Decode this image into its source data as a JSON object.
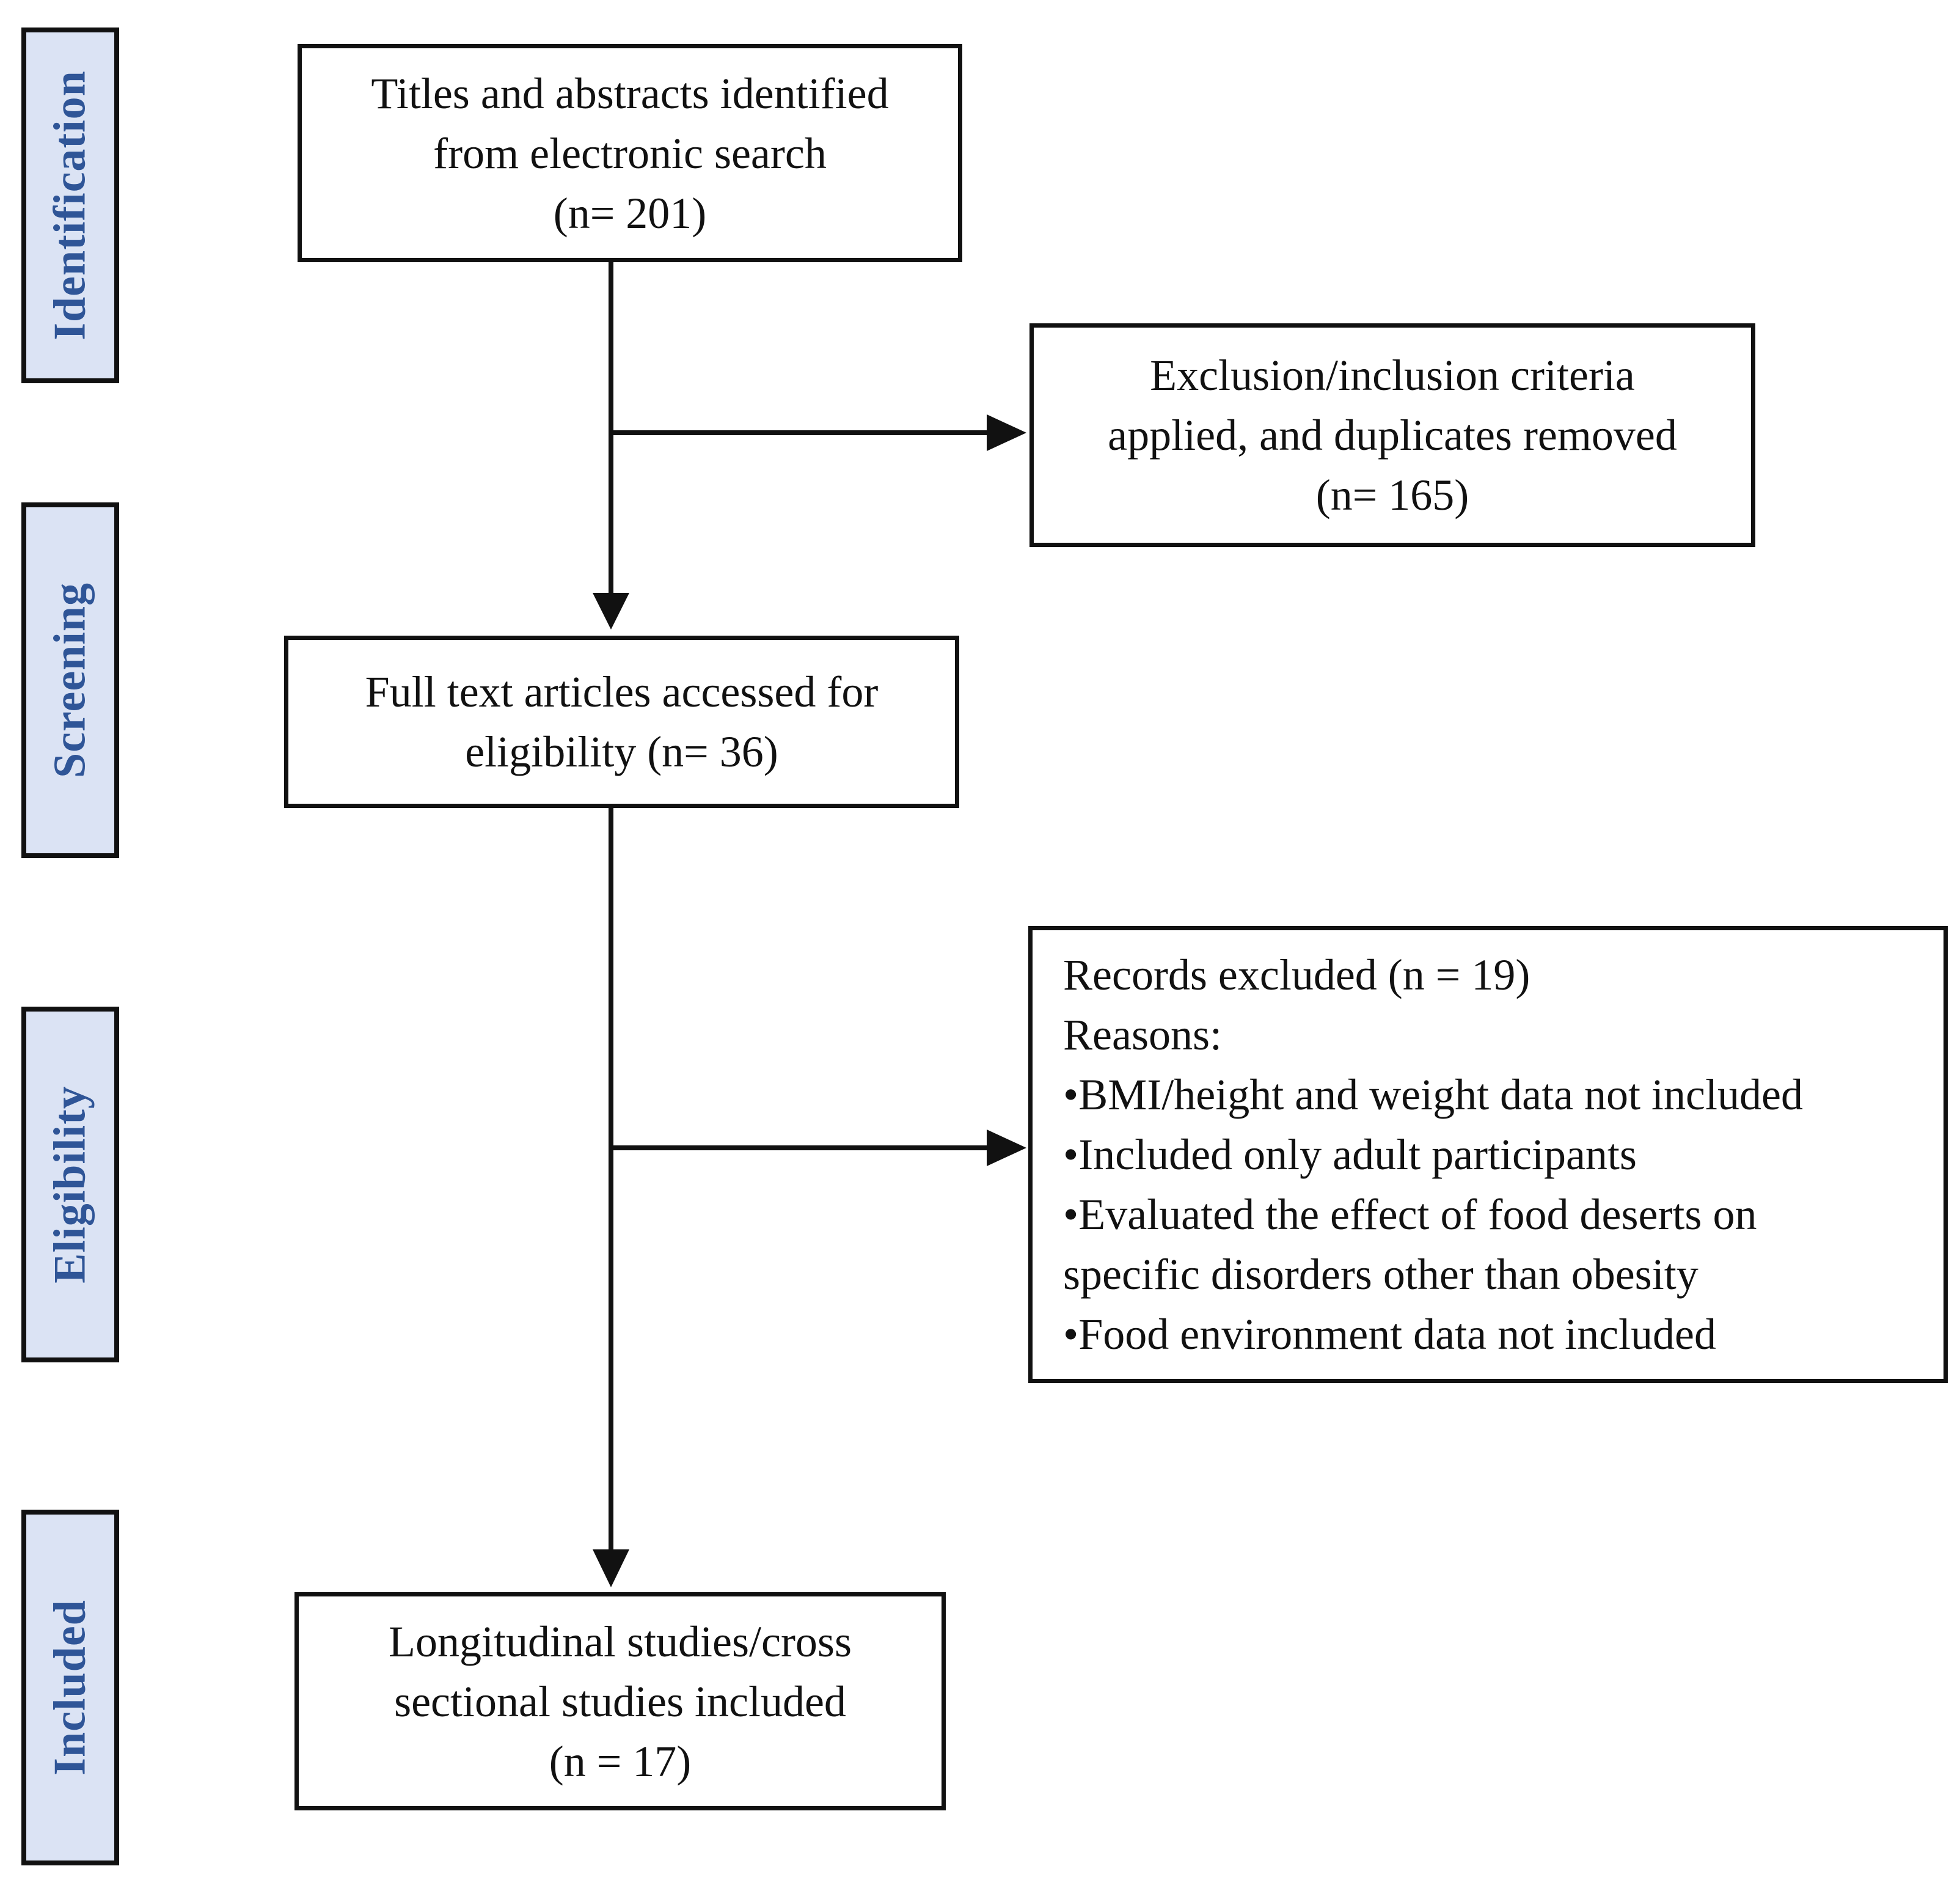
{
  "phases": [
    {
      "id": "identification",
      "label": "Identification"
    },
    {
      "id": "screening",
      "label": "Screening"
    },
    {
      "id": "eligibility",
      "label": "Eligibility"
    },
    {
      "id": "included",
      "label": "Included"
    }
  ],
  "boxes": {
    "identified": {
      "lines": [
        "Titles and abstracts identified",
        "from electronic search",
        "(n= 201)"
      ]
    },
    "excluded_first": {
      "lines": [
        "Exclusion/inclusion criteria",
        "applied, and duplicates removed",
        "(n= 165)"
      ]
    },
    "full_text": {
      "lines": [
        "Full text articles accessed for",
        "eligibility (n= 36)"
      ]
    },
    "records_excluded": {
      "lines": [
        "Records excluded (n = 19)",
        "Reasons:",
        "•BMI/height and weight data not included",
        "•Included only adult participants",
        "•Evaluated the effect of food deserts on",
        "specific disorders other than obesity",
        "•Food environment data not included"
      ]
    },
    "included": {
      "lines": [
        "Longitudinal studies/cross",
        "sectional studies included",
        "(n = 17)"
      ]
    }
  },
  "colors": {
    "phase_fill": "#dbe3f4",
    "phase_text": "#2f5597",
    "stroke": "#111111",
    "background": "#ffffff"
  }
}
